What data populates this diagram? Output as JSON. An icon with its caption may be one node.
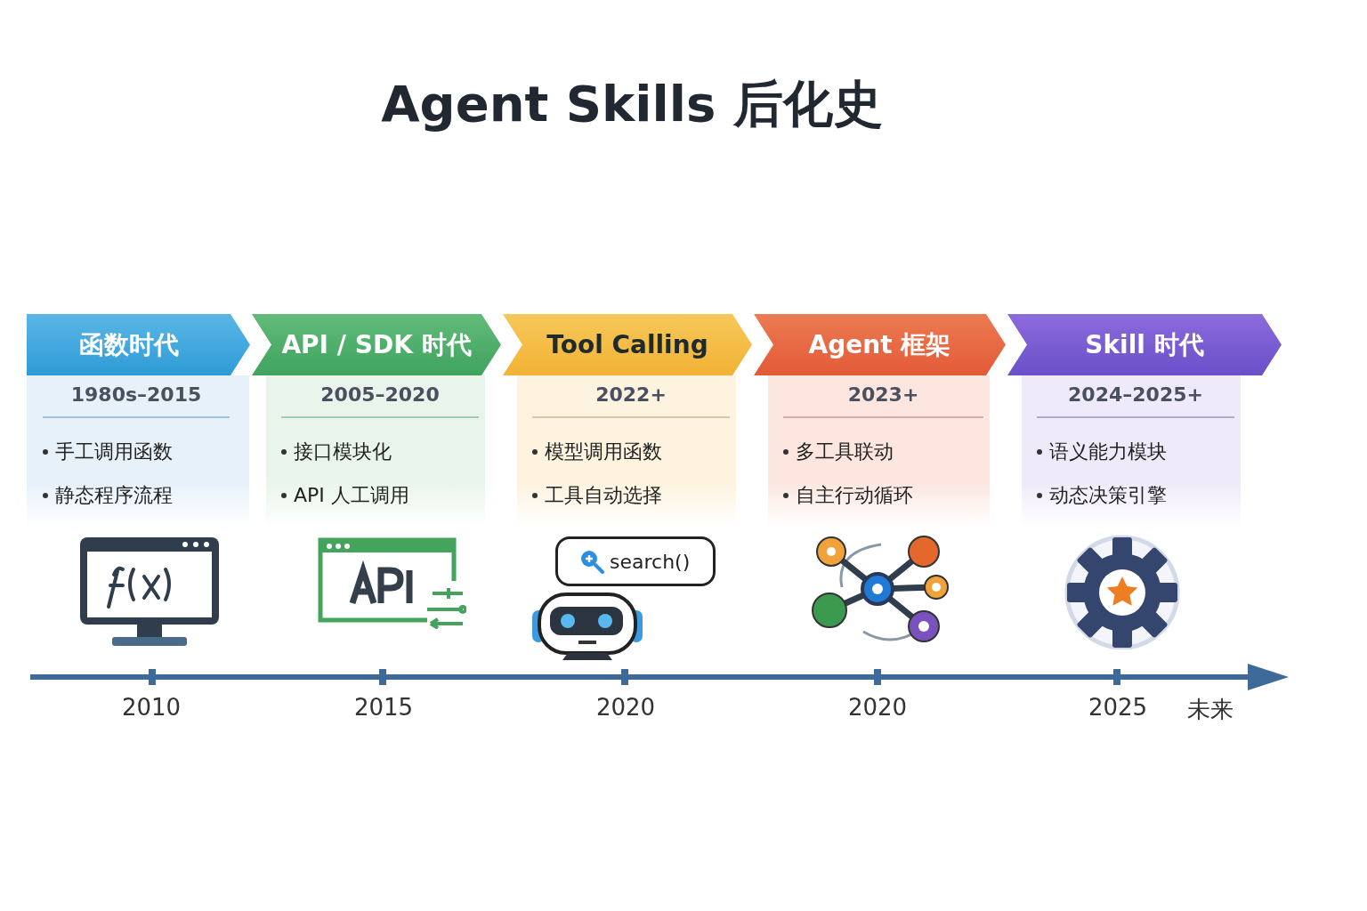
{
  "diagram": {
    "title": "Agent Skills 后化史",
    "nodes": [
      {
        "text": [
          "函数时代",
          "1980s–2015",
          "手工调用函数",
          "静态程序流程"
        ]
      },
      {
        "text": [
          "API / SDK 时代",
          "2005–2020",
          "接口模块化",
          "API 人工调用"
        ]
      },
      {
        "text": [
          "Tool Calling",
          "2022+",
          "模型调用函数",
          "工具自动选择"
        ]
      },
      {
        "text": [
          "Agent 框架",
          "2023+",
          "多工具联动",
          "自主行动循环"
        ]
      },
      {
        "text": [
          "Skill 时代",
          "2024–2025+",
          "语义能力模块",
          "动态决策引擎"
        ]
      }
    ],
    "labels": [
      "search()",
      "2010",
      "2015",
      "2020",
      "2020",
      "2025",
      "未来"
    ]
  }
}
